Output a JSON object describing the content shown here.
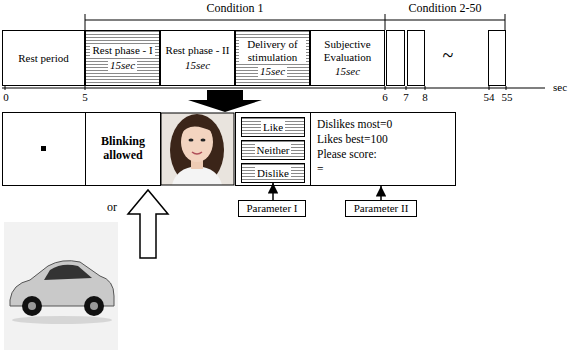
{
  "diagram": {
    "nodes": [
      {
        "text": [
          "Rest period"
        ]
      },
      {
        "text": [
          "Rest phase - I",
          "15sec"
        ]
      },
      {
        "text": [
          "Rest phase - II",
          "15sec"
        ]
      },
      {
        "text": [
          "Delivery of stimulation",
          "15sec"
        ]
      },
      {
        "text": [
          "Subjective Evaluation",
          "15sec"
        ]
      },
      {
        "text": [
          "Blinking allowed"
        ]
      },
      {
        "text": [
          "Like"
        ]
      },
      {
        "text": [
          "Neither"
        ]
      },
      {
        "text": [
          "Dislike"
        ]
      },
      {
        "text": [
          "Dislikes most=0",
          "Likes best=100",
          "Please score:",
          "="
        ]
      },
      {
        "text": [
          "Parameter I"
        ]
      },
      {
        "text": [
          "Parameter II"
        ]
      }
    ],
    "edges": [
      {
        "from": 10,
        "to": 8,
        "arrow": "to"
      },
      {
        "from": 11,
        "to": 9,
        "arrow": "to"
      }
    ],
    "labels": [
      "Condition 1",
      "Condition 2-50",
      "~",
      "0",
      "5",
      "6",
      "7",
      "8",
      "54",
      "55",
      "sec",
      "or"
    ]
  }
}
